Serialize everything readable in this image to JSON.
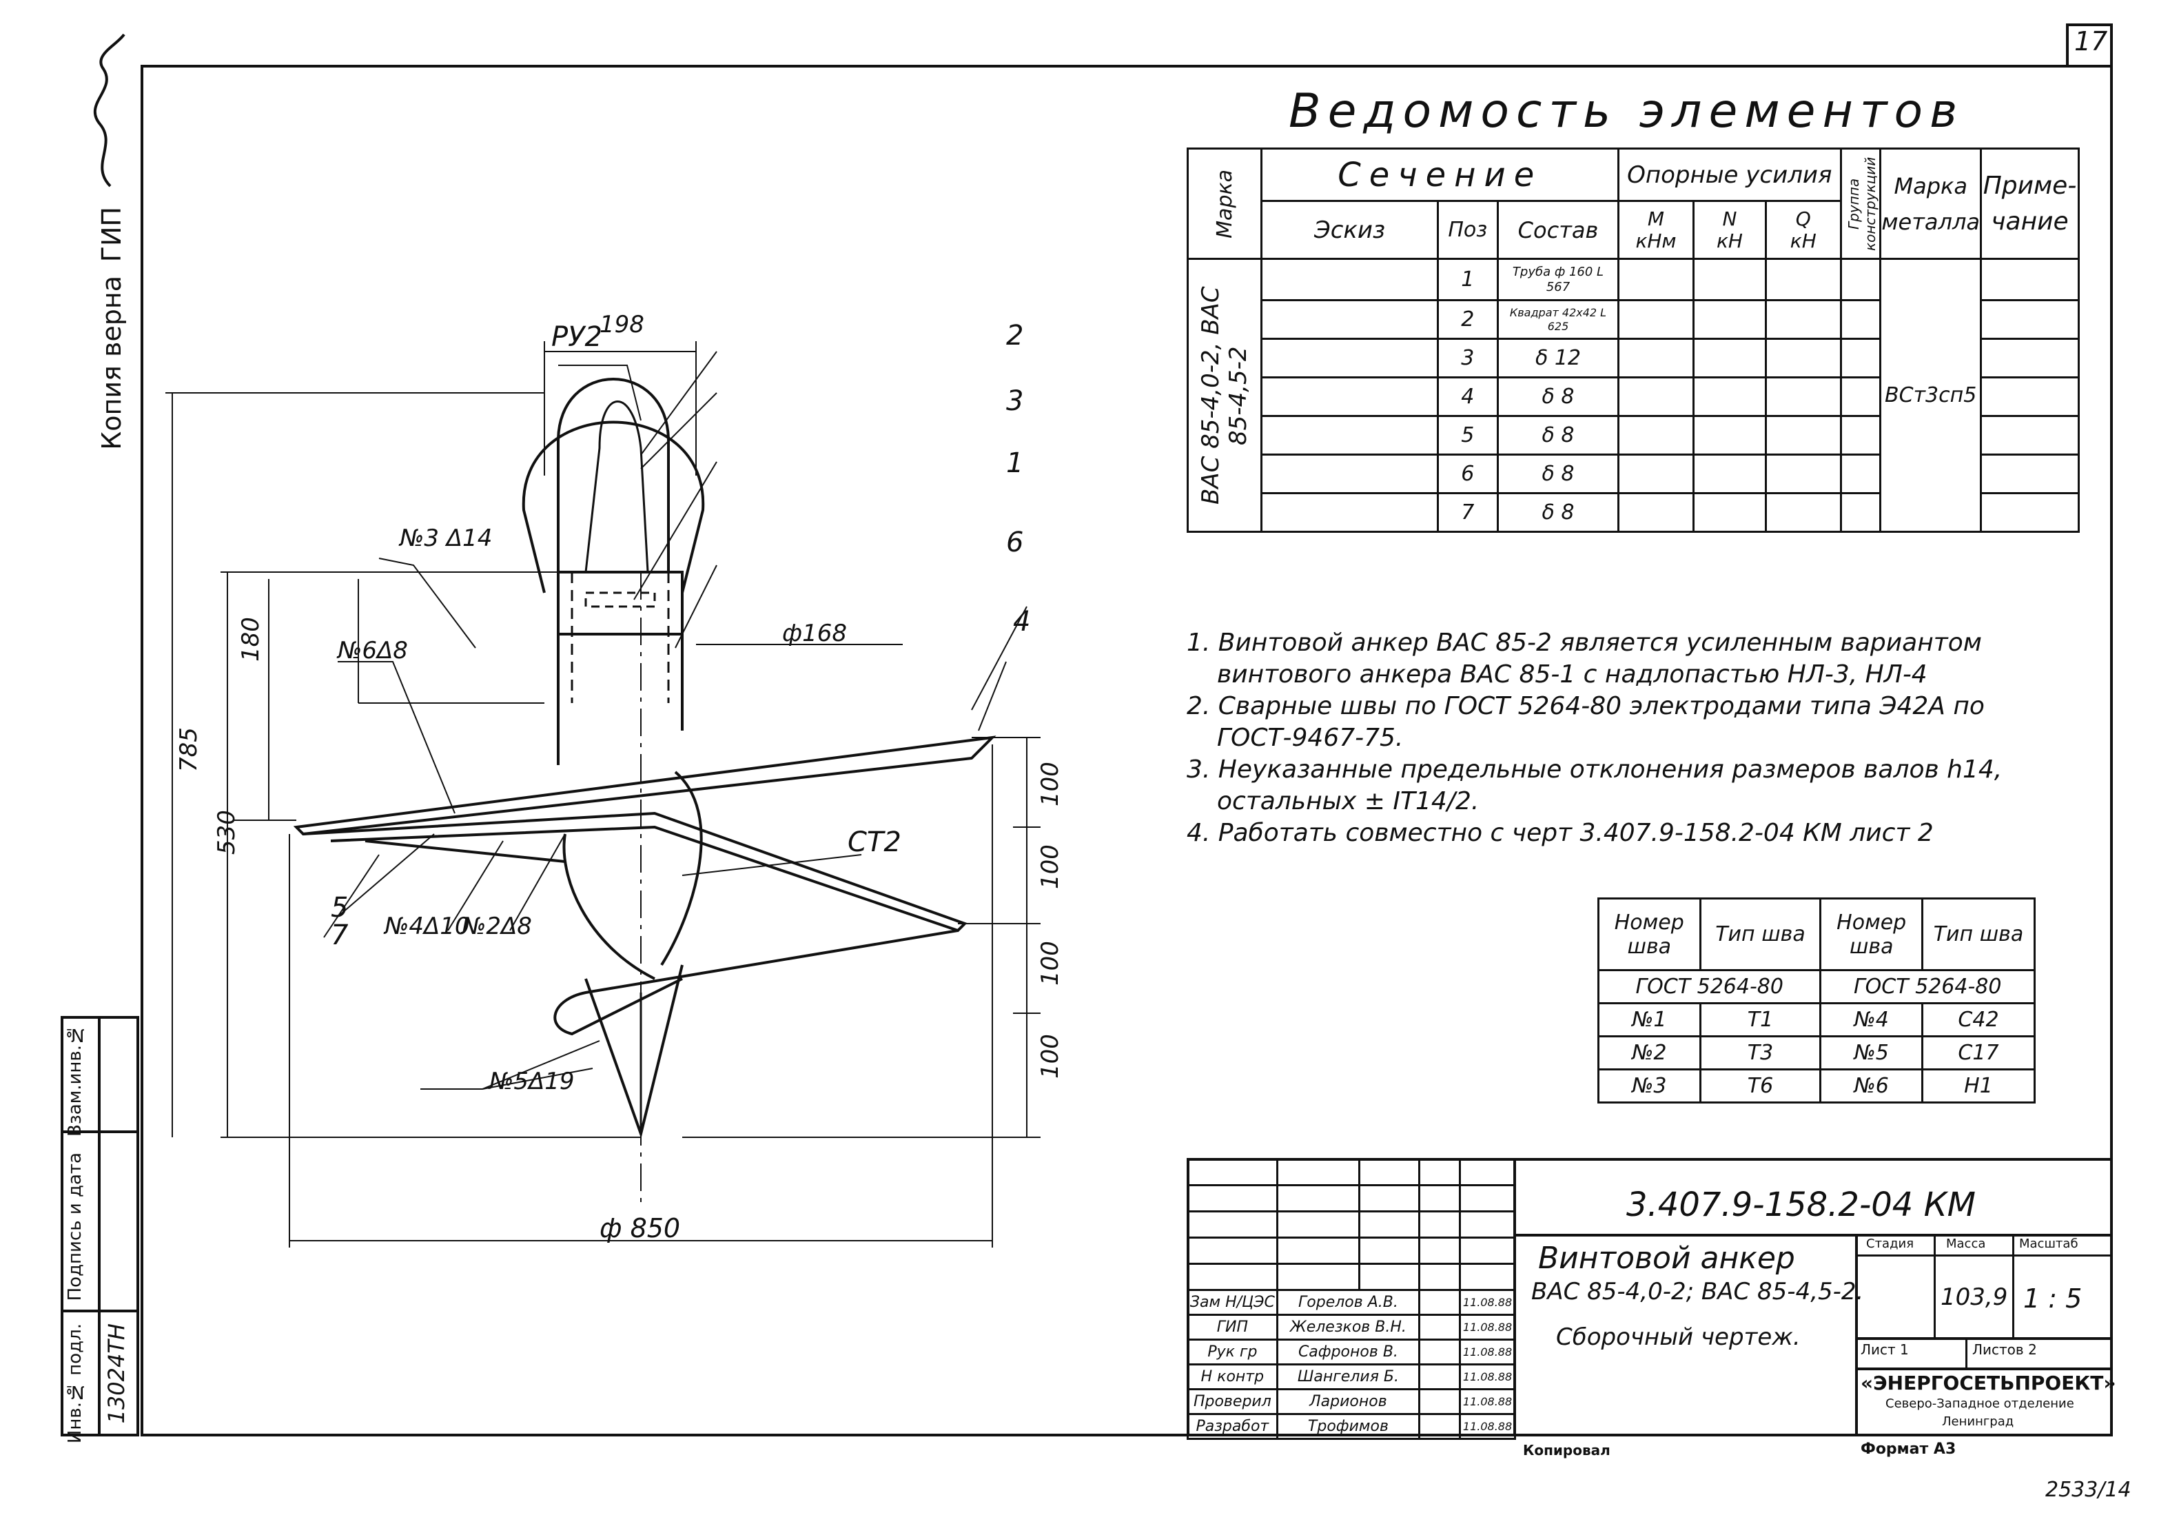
{
  "sheet_number": "17",
  "archive_number": "2533/14",
  "margin_left": {
    "copy_label": "Копия верна",
    "gip_label": "ГИП",
    "stamp_headers": [
      "Инв.№ подл.",
      "Подпись и дата",
      "Взам.инв.№"
    ],
    "inventory_number": "13024TH"
  },
  "elements_table": {
    "title": "Ведомость элементов",
    "col_marka": "Марка",
    "group_section": "Сечение",
    "col_sketch": "Эскиз",
    "col_pos": "Поз",
    "col_composition": "Состав",
    "group_forces": "Опорные усилия",
    "col_m": "M",
    "col_m_unit": "кНм",
    "col_n": "N",
    "col_n_unit": "кН",
    "col_q": "Q",
    "col_q_unit": "кН",
    "col_group": "Группа конструкций",
    "col_steel": "Марка металла",
    "col_note": "Приме-чание",
    "marka_value": "ВАС 85-4,0-2, ВАС 85-4,5-2",
    "steel_value": "ВСт3сп5",
    "rows": [
      {
        "pos": "1",
        "composition": "Труба ф 160 L 567"
      },
      {
        "pos": "2",
        "composition": "Квадрат 42x42 L 625"
      },
      {
        "pos": "3",
        "composition": "δ 12"
      },
      {
        "pos": "4",
        "composition": "δ 8"
      },
      {
        "pos": "5",
        "composition": "δ 8"
      },
      {
        "pos": "6",
        "composition": "δ 8"
      },
      {
        "pos": "7",
        "composition": "δ 8"
      }
    ]
  },
  "notes": [
    "1. Винтовой анкер ВАС 85-2 является усиленным вариантом",
    "винтового анкера ВАС 85-1 с надлопастью НЛ-3, НЛ-4",
    "2. Сварные швы по ГОСТ 5264-80 электродами типа Э42А по",
    "ГОСТ-9467-75.",
    "3. Неуказанные предельные отклонения размеров валов h14,",
    "остальных ± IT14/2.",
    "4. Работать совместно с черт 3.407.9-158.2-04 КМ лист 2"
  ],
  "weld_table": {
    "col_num": "Номер шва",
    "col_type": "Тип шва",
    "standard": "ГОСТ 5264-80",
    "left": [
      [
        "№1",
        "Т1"
      ],
      [
        "№2",
        "Т3"
      ],
      [
        "№3",
        "Т6"
      ]
    ],
    "right": [
      [
        "№4",
        "С42"
      ],
      [
        "№5",
        "С17"
      ],
      [
        "№6",
        "Н1"
      ]
    ]
  },
  "drawing": {
    "dim_198": "198",
    "label_ru2": "РУ2",
    "callouts": [
      "2",
      "3",
      "1",
      "6",
      "4",
      "5",
      "7"
    ],
    "weld_3": "№3 Δ14",
    "weld_6": "№6Δ8",
    "weld_4": "№4Δ10",
    "weld_2": "№2Δ8",
    "weld_5": "№5Δ19",
    "dim_180": "180",
    "dim_d168": "ф168",
    "dim_785": "785",
    "dim_530": "530",
    "dim_100": [
      "100",
      "100",
      "100",
      "100"
    ],
    "label_st2": "СТ2",
    "dim_d850": "ф 850"
  },
  "title_block": {
    "designation": "3.407.9-158.2-04 КМ",
    "name_line1": "Винтовой анкер",
    "name_line2": "ВАС 85-4,0-2; ВАС 85-4,5-2.",
    "name_line3": "Сборочный чертеж.",
    "h_stage": "Стадия",
    "h_mass": "Масса",
    "h_scale": "Масштаб",
    "mass": "103,9",
    "scale": "1 : 5",
    "sheet": "Лист 1",
    "sheets": "Листов 2",
    "company": "«ЭНЕРГОСЕТЬПРОЕКТ»",
    "branch": "Северо-Западное отделение",
    "city": "Ленинград",
    "copied": "Копировал",
    "format": "Формат А3",
    "staff": [
      {
        "role": "Зам Н/ЦЭС",
        "name": "Горелов А.В.",
        "date": "11.08.88"
      },
      {
        "role": "ГИП",
        "name": "Железков В.Н.",
        "date": "11.08.88"
      },
      {
        "role": "Рук гр",
        "name": "Сафронов В.",
        "date": "11.08.88"
      },
      {
        "role": "Н контр",
        "name": "Шангелия Б.",
        "date": "11.08.88"
      },
      {
        "role": "Проверил",
        "name": "Ларионов",
        "date": "11.08.88"
      },
      {
        "role": "Разработ",
        "name": "Трофимов",
        "date": "11.08.88"
      }
    ]
  }
}
